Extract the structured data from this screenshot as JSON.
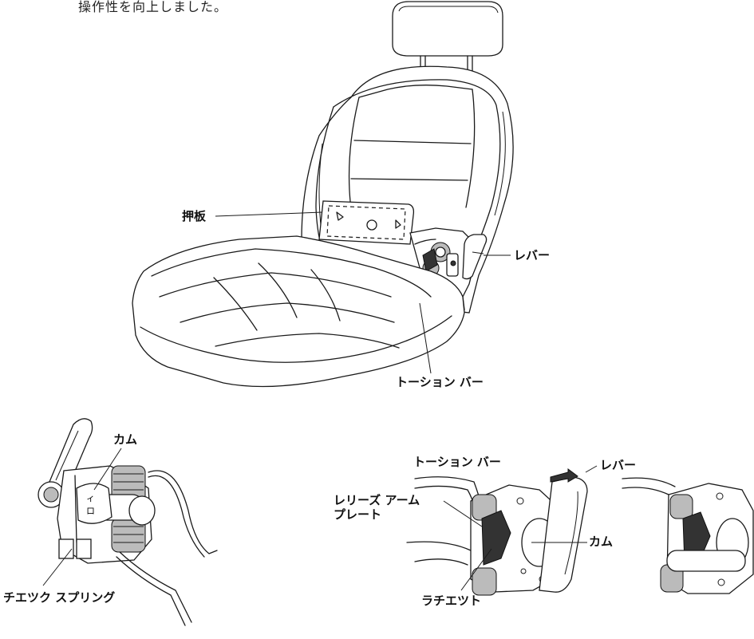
{
  "intro_text": "操作性を向上しました。",
  "labels": {
    "pressure_plate": "押板",
    "lever_top": "レバー",
    "torsion_bar_top": "トーション バー",
    "cam_left": "カム",
    "check_spring": "チエツク スプリング",
    "torsion_bar_right": "トーション バー",
    "lever_right": "レバー",
    "release_arm_plate_1": "レリーズ アーム",
    "release_arm_plate_2": "プレート",
    "cam_right": "カム",
    "ratchet": "ラチエツト"
  }
}
